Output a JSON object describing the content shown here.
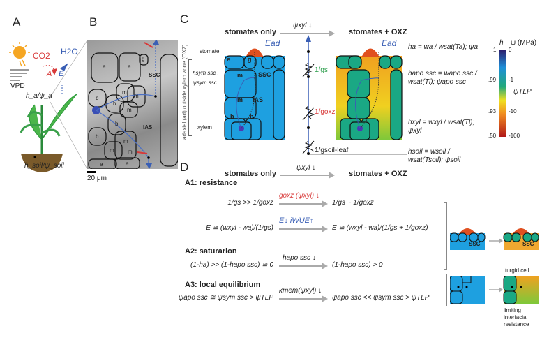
{
  "panels": {
    "a": "A",
    "b": "B",
    "c": "C",
    "d": "D"
  },
  "panel_a": {
    "co2": "CO2",
    "h2o": "H2O",
    "vpd": "VPD",
    "A": "A",
    "E": "E",
    "ha": "h_a/ψ_a",
    "hsoil": "h_soil/ψ_soil"
  },
  "panel_b": {
    "cells": [
      "e",
      "e",
      "g",
      "m",
      "m",
      "m",
      "b",
      "b",
      "b",
      "m",
      "b",
      "m",
      "m",
      "e",
      "e"
    ],
    "ssc": "SSC",
    "ias": "IAS",
    "scale": "20 μm"
  },
  "panel_c": {
    "left_title": "stomates only",
    "right_title": "stomates + OXZ",
    "arrow": "ψxyl ↓",
    "ead": "Ead",
    "stomate": "stomate",
    "hssc_sym": "hsym ssc ,",
    "psi_ssc_sym": "ψsym ssc",
    "xylem": "xylem",
    "zone": "adaxial (ad) outside xylem zone (OXZ)",
    "cells": [
      "e",
      "g",
      "SSC",
      "m",
      "m",
      "IAS",
      "b",
      "b"
    ],
    "resistors": [
      "1/gs",
      "1/goxz",
      "1/gsoil-leaf"
    ],
    "equations": [
      "ha = wa / wsat(Ta); ψa",
      "hapo ssc = wapo ssc / wsat(Tl); ψapo ssc",
      "hxyl = wxyl / wsat(Tl); ψxyl",
      "hsoil = wsoil / wsat(Tsoil); ψsoil"
    ],
    "colorbar": {
      "h_label": "h",
      "psi_label": "ψ (MPa)",
      "h_ticks": [
        "1",
        ".99",
        ".93",
        ".50"
      ],
      "psi_ticks": [
        "0",
        "-1",
        "-10",
        "-100"
      ],
      "tlp": "ψTLP",
      "colors": [
        "#2b1f6e",
        "#1e8fd8",
        "#22a87a",
        "#f0e020",
        "#f08a20",
        "#b01818"
      ]
    }
  },
  "panel_d": {
    "left_title": "stomates only",
    "right_title": "stomates + OXZ",
    "arrow": "ψxyl ↓",
    "a1": {
      "title": "A1: resistance",
      "left1": "1/gs >> 1/goxz",
      "arrow1": "goxz (ψxyl) ↓",
      "right1": "1/gs ~ 1/goxz",
      "left2": "E ≅ (wxyl - wa)/(1/gs)",
      "arrow2": "E↓ iWUE↑",
      "right2": "E ≅ (wxyl - wa)/(1/gs + 1/goxz)"
    },
    "a2": {
      "title": "A2: saturarion",
      "left": "(1-ha) >> (1-hapo ssc) ≅ 0",
      "arrow": "hapo ssc ↓",
      "right": "(1-hapo ssc) > 0"
    },
    "a3": {
      "title": "A3: local equilibrium",
      "left": "ψapo ssc ≅ ψsym ssc > ψTLP",
      "arrow": "κmem(ψxyl) ↓",
      "right": "ψapo ssc << ψsym ssc > ψTLP"
    },
    "ssc": "SSC",
    "turgid": "turgid cell",
    "limiting": "limiting interfacial resistance"
  }
}
